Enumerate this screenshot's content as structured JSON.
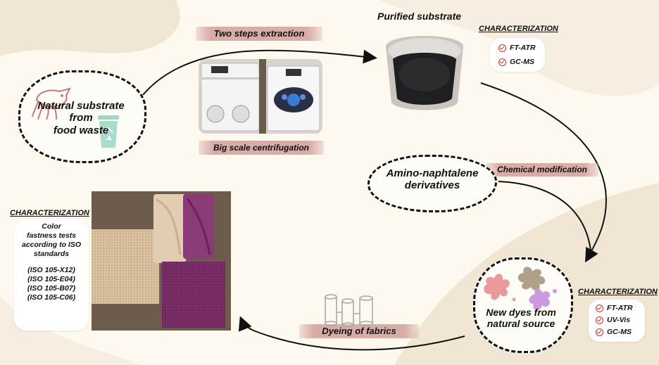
{
  "banners": {
    "extraction": "Two steps extraction",
    "centrifugation": "Big scale centrifugation",
    "chemical": "Chemical modification",
    "dyeing": "Dyeing of fabrics"
  },
  "nodes": {
    "natural": [
      "Natural substrate",
      "from",
      "food waste"
    ],
    "purified": "Purified substrate",
    "amino": [
      "Amino-naphtalene",
      "derivatives"
    ],
    "newdyes": [
      "New dyes from",
      "natural source"
    ]
  },
  "characterization": {
    "purified": {
      "heading": "CHARACTERIZATION",
      "items": [
        "FT-ATR",
        "GC-MS"
      ]
    },
    "dyes": {
      "heading": "CHARACTERIZATION",
      "items": [
        "FT-ATR",
        "UV-Vis",
        "GC-MS"
      ]
    },
    "fabrics": {
      "heading": "CHARACTERIZATION",
      "description": [
        "Color",
        "fastness tests",
        "according to ISO",
        "standards"
      ],
      "standards": [
        "(ISO 105-X12)",
        "(ISO 105-E04)",
        "(ISO 105-B07)",
        "(ISO 105-C06)"
      ]
    }
  },
  "icons": [
    "squid-icon",
    "recycle-bin-icon",
    "centrifuge-icon",
    "fabric-rolls-icon",
    "dye-splash-icon"
  ],
  "colors": {
    "banner": "#d9aca6",
    "accent_red": "#c0392b",
    "background": "#fdf9ef",
    "fabric_purple": "#7b2d68",
    "fabric_beige": "#d8c0a0"
  }
}
